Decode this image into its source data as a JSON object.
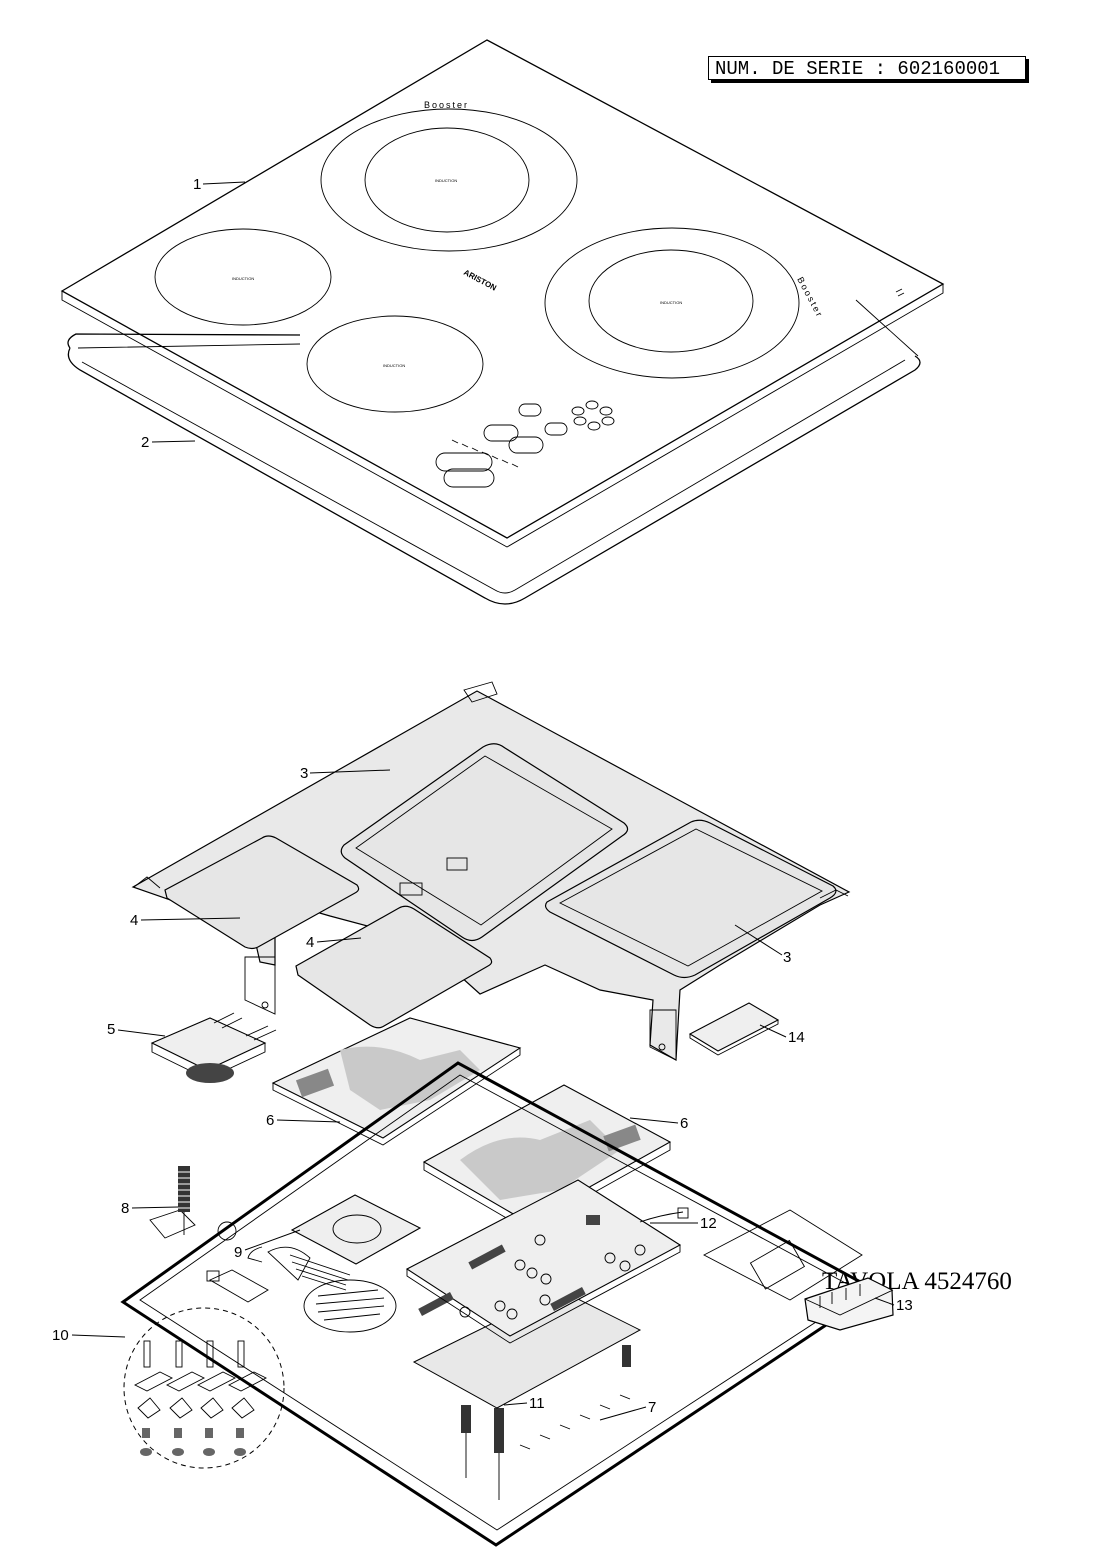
{
  "serial_label": "NUM. DE SERIE : 602160001",
  "table_label": "TAVOLA 4524760",
  "hob": {
    "brand": "ARISTON",
    "booster_top": "Booster",
    "booster_right": "Booster",
    "zone_label": "INDUCTION"
  },
  "callouts": [
    "1",
    "2",
    "3",
    "3",
    "4",
    "4",
    "5",
    "6",
    "6",
    "7",
    "8",
    "9",
    "10",
    "11",
    "12",
    "13",
    "14"
  ]
}
